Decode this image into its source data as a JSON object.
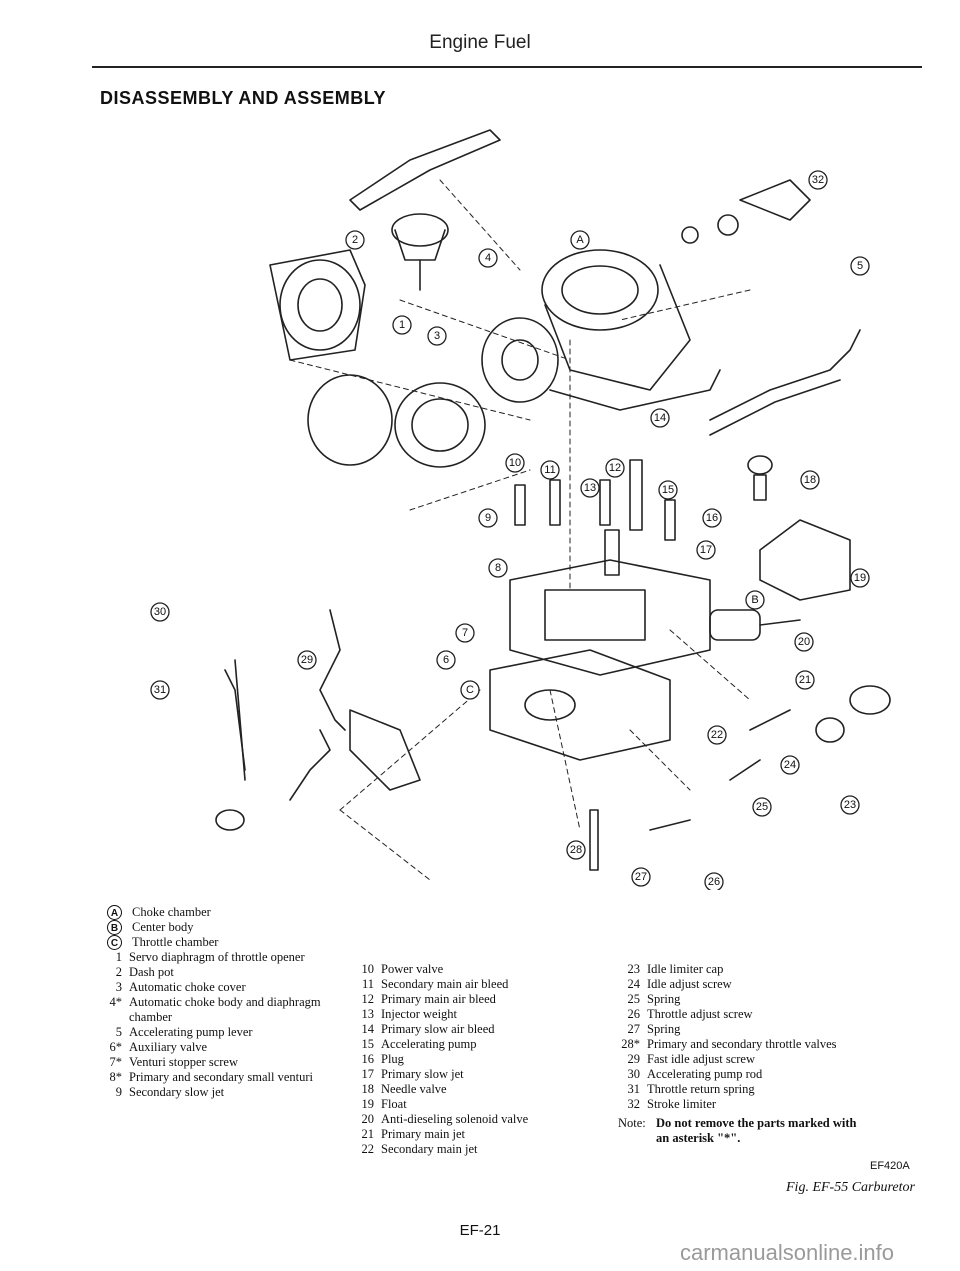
{
  "header": {
    "title": "Engine Fuel"
  },
  "section": {
    "title": "DISASSEMBLY AND ASSEMBLY"
  },
  "diagram": {
    "callouts": [
      "A",
      "B",
      "C",
      "1",
      "2",
      "3",
      "4",
      "5",
      "6",
      "7",
      "8",
      "9",
      "10",
      "11",
      "12",
      "13",
      "14",
      "15",
      "16",
      "17",
      "18",
      "19",
      "20",
      "21",
      "22",
      "23",
      "24",
      "25",
      "26",
      "27",
      "28",
      "29",
      "30",
      "31",
      "32"
    ]
  },
  "legend": {
    "column1": [
      {
        "num": "A",
        "text": "Choke chamber",
        "circled": true
      },
      {
        "num": "B",
        "text": "Center body",
        "circled": true
      },
      {
        "num": "C",
        "text": "Throttle chamber",
        "circled": true
      },
      {
        "num": "1",
        "text": "Servo diaphragm of throttle opener"
      },
      {
        "num": "2",
        "text": "Dash pot"
      },
      {
        "num": "3",
        "text": "Automatic choke cover"
      },
      {
        "num": "4*",
        "text": "Automatic choke body and diaphragm chamber"
      },
      {
        "num": "5",
        "text": "Accelerating pump lever"
      },
      {
        "num": "6*",
        "text": "Auxiliary valve"
      },
      {
        "num": "7*",
        "text": "Venturi stopper screw"
      },
      {
        "num": "8*",
        "text": "Primary and secondary small venturi"
      },
      {
        "num": "9",
        "text": "Secondary slow jet"
      }
    ],
    "column2": [
      {
        "num": "10",
        "text": "Power valve"
      },
      {
        "num": "11",
        "text": "Secondary main air bleed"
      },
      {
        "num": "12",
        "text": "Primary main air bleed"
      },
      {
        "num": "13",
        "text": "Injector weight"
      },
      {
        "num": "14",
        "text": "Primary slow air bleed"
      },
      {
        "num": "15",
        "text": "Accelerating pump"
      },
      {
        "num": "16",
        "text": "Plug"
      },
      {
        "num": "17",
        "text": "Primary slow jet"
      },
      {
        "num": "18",
        "text": "Needle valve"
      },
      {
        "num": "19",
        "text": "Float"
      },
      {
        "num": "20",
        "text": "Anti-dieseling solenoid valve"
      },
      {
        "num": "21",
        "text": "Primary main jet"
      },
      {
        "num": "22",
        "text": "Secondary main jet"
      }
    ],
    "column3": [
      {
        "num": "23",
        "text": "Idle limiter cap"
      },
      {
        "num": "24",
        "text": "Idle adjust screw"
      },
      {
        "num": "25",
        "text": "Spring"
      },
      {
        "num": "26",
        "text": "Throttle adjust screw"
      },
      {
        "num": "27",
        "text": "Spring"
      },
      {
        "num": "28*",
        "text": "Primary and secondary throttle valves"
      },
      {
        "num": "29",
        "text": "Fast idle adjust screw"
      },
      {
        "num": "30",
        "text": "Accelerating pump rod"
      },
      {
        "num": "31",
        "text": "Throttle return spring"
      },
      {
        "num": "32",
        "text": "Stroke limiter"
      }
    ],
    "note_label": "Note:",
    "note_text": "Do not remove the parts marked with an asterisk \"*\"."
  },
  "figure": {
    "code": "EF420A",
    "caption": "Fig. EF-55  Carburetor"
  },
  "footer": {
    "page": "EF-21",
    "watermark": "carmanualsonline.info"
  }
}
